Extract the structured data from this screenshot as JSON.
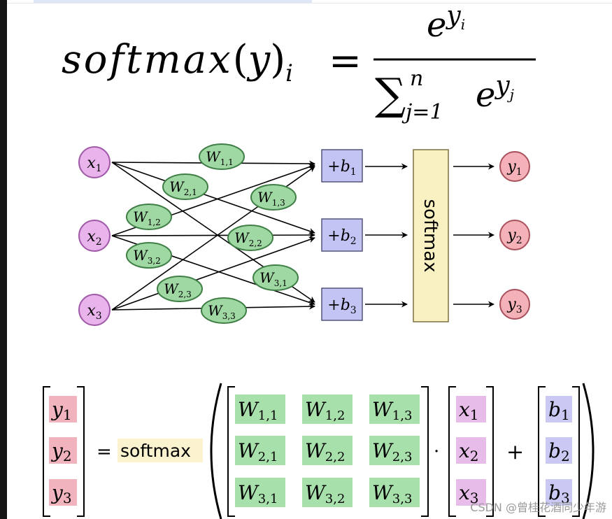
{
  "formula": {
    "lhs": "softmax",
    "open_paren": "(",
    "arg": "y",
    "close_paren": ")",
    "lhs_index": "i",
    "equals": "=",
    "num_base": "e",
    "num_exp": "y",
    "num_exp_index": "i",
    "den_sum": "∑",
    "den_upper": "n",
    "den_lower": "j=1",
    "den_base": "e",
    "den_exp": "y",
    "den_exp_index": "j"
  },
  "network": {
    "inputs": [
      {
        "base": "x",
        "sub": "1"
      },
      {
        "base": "x",
        "sub": "2"
      },
      {
        "base": "x",
        "sub": "3"
      }
    ],
    "weights": [
      {
        "base": "W",
        "sub": "1,1"
      },
      {
        "base": "W",
        "sub": "2,1"
      },
      {
        "base": "W",
        "sub": "1,3"
      },
      {
        "base": "W",
        "sub": "1,2"
      },
      {
        "base": "W",
        "sub": "2,2"
      },
      {
        "base": "W",
        "sub": "3,2"
      },
      {
        "base": "W",
        "sub": "3,1"
      },
      {
        "base": "W",
        "sub": "2,3"
      },
      {
        "base": "W",
        "sub": "3,3"
      }
    ],
    "biases": [
      {
        "prefix": "+",
        "base": "b",
        "sub": "1"
      },
      {
        "prefix": "+",
        "base": "b",
        "sub": "2"
      },
      {
        "prefix": "+",
        "base": "b",
        "sub": "3"
      }
    ],
    "softmax_label": "softmax",
    "outputs": [
      {
        "base": "y",
        "sub": "1"
      },
      {
        "base": "y",
        "sub": "2"
      },
      {
        "base": "y",
        "sub": "3"
      }
    ]
  },
  "matrix_eq": {
    "lhs": [
      {
        "base": "y",
        "sub": "1"
      },
      {
        "base": "y",
        "sub": "2"
      },
      {
        "base": "y",
        "sub": "3"
      }
    ],
    "equals": "=",
    "softmax": "softmax",
    "weights": [
      [
        {
          "base": "W",
          "sub": "1,1"
        },
        {
          "base": "W",
          "sub": "1,2"
        },
        {
          "base": "W",
          "sub": "1,3"
        }
      ],
      [
        {
          "base": "W",
          "sub": "2,1"
        },
        {
          "base": "W",
          "sub": "2,2"
        },
        {
          "base": "W",
          "sub": "2,3"
        }
      ],
      [
        {
          "base": "W",
          "sub": "3,1"
        },
        {
          "base": "W",
          "sub": "3,2"
        },
        {
          "base": "W",
          "sub": "3,3"
        }
      ]
    ],
    "dot": "·",
    "x": [
      {
        "base": "x",
        "sub": "1"
      },
      {
        "base": "x",
        "sub": "2"
      },
      {
        "base": "x",
        "sub": "3"
      }
    ],
    "plus": "+",
    "b": [
      {
        "base": "b",
        "sub": "1"
      },
      {
        "base": "b",
        "sub": "2"
      },
      {
        "base": "b",
        "sub": "3"
      }
    ]
  },
  "watermark": "CSDN @曾桂花酒同少年游",
  "colors": {
    "input_fill": "#e9b3ec",
    "input_stroke": "#a05aa8",
    "weight_fill": "#9fd8a3",
    "weight_stroke": "#3f7f46",
    "bias_fill": "#c3c3f4",
    "bias_stroke": "#55557a",
    "softmax_fill": "#faf1c2",
    "softmax_stroke": "#7a7040",
    "output_fill": "#f4b1b8",
    "output_stroke": "#a8505c",
    "y_highlight": "#f1b3bd",
    "w_highlight": "#a8e0ac",
    "x_highlight": "#e8bce9",
    "b_highlight": "#c9c9f4",
    "softmax_highlight": "#fbf3cf"
  }
}
